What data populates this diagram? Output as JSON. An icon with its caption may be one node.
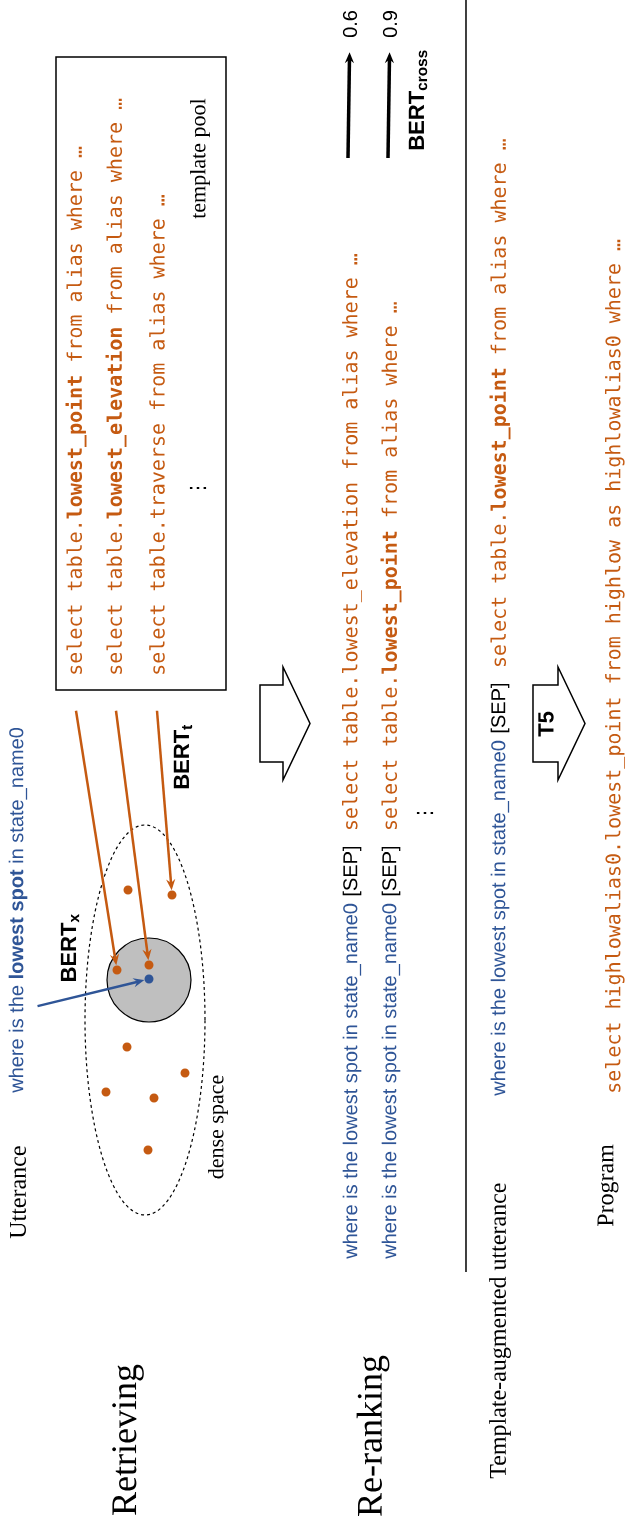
{
  "diagram": {
    "nodes": [
      {
        "text": [
          "where is the **lowest spot** in state_name0"
        ]
      },
      {
        "text": [
          "template pool",
          "⋮"
        ]
      },
      {
        "text": [
          "select table.**lowest_point** from alias where …"
        ],
        "in": 1
      },
      {
        "text": [
          "select table.**lowest_elevation** from alias where …"
        ],
        "in": 1
      },
      {
        "text": [
          "select table.traverse from alias where …"
        ],
        "in": 1
      },
      {
        "text": [
          "dense space"
        ]
      },
      {
        "text": [],
        "shape": "circle",
        "in": 5
      },
      {
        "text": [],
        "shape": "circle",
        "in": 6
      },
      {
        "text": [],
        "shape": "circle",
        "in": 6
      },
      {
        "text": [],
        "shape": "circle",
        "in": 6
      },
      {
        "text": [],
        "shape": "circle",
        "in": 5
      },
      {
        "text": [],
        "shape": "circle",
        "in": 5
      },
      {
        "text": [],
        "shape": "circle",
        "in": 5
      },
      {
        "text": [],
        "shape": "circle",
        "in": 5
      },
      {
        "text": [],
        "shape": "circle",
        "in": 5
      },
      {
        "text": [],
        "shape": "circle",
        "in": 5
      },
      {
        "text": [],
        "shape": "circle",
        "in": 5
      },
      {
        "text": [
          "0.6"
        ]
      },
      {
        "text": [
          "0.9"
        ]
      }
    ],
    "edges": [
      {
        "from": 0,
        "to": 9,
        "arrow": "to",
        "color": "#2f5597",
        "label": "BERT$_{x}$"
      },
      {
        "from": 2,
        "to": 7,
        "arrow": "to",
        "color": "#c55a11"
      },
      {
        "from": 3,
        "to": 8,
        "arrow": "to",
        "color": "#c55a11"
      },
      {
        "from": 4,
        "to": 11,
        "arrow": "to",
        "color": "#c55a11",
        "label": "BERT$_{t}$"
      },
      {
        "from": null,
        "to": 17,
        "arrow": "to",
        "color": "#000000"
      },
      {
        "from": null,
        "to": 18,
        "arrow": "to",
        "color": "#000000",
        "label": "BERT$_{cross}$"
      }
    ],
    "labels": [
      "Retrieving",
      "Re-ranking",
      "Utterance",
      "where is the lowest spot in state_name0",
      "[SEP]",
      "select table.lowest_elevation from alias where …",
      "where is the lowest spot in state_name0",
      "[SEP]",
      "select table.**lowest_point** from alias where …",
      "⋮",
      "Template-augmented utterance",
      "where is the lowest spot in state_name0",
      "[SEP]",
      "select table.**lowest_point** from alias where …",
      "T5",
      "Program",
      "select highlowalias0.lowest_point from highlow as highlowalias0 where …"
    ]
  }
}
